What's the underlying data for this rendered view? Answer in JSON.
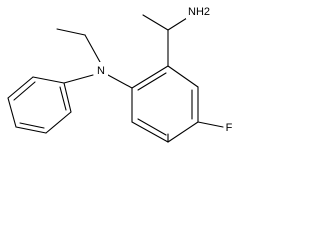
{
  "molecule": {
    "atoms": {
      "amine": "NH2",
      "nitrogen": "N",
      "fluorine": "F"
    }
  },
  "colors": {
    "background": "#ffffff",
    "ink": "#000000"
  }
}
